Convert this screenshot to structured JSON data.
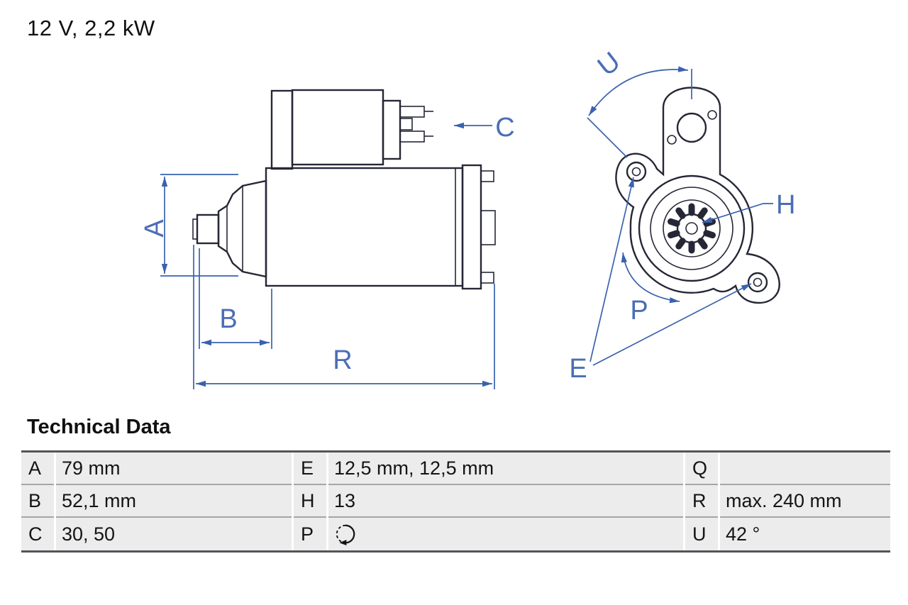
{
  "header": {
    "title": "12 V, 2,2 kW"
  },
  "diagram": {
    "labels": {
      "A": "A",
      "B": "B",
      "C": "C",
      "E": "E",
      "H": "H",
      "P": "P",
      "R": "R",
      "U": "U"
    }
  },
  "table": {
    "title": "Technical Data",
    "rows": [
      {
        "cells": [
          {
            "key": "A",
            "value": "79 mm"
          },
          {
            "key": "E",
            "value": "12,5 mm, 12,5 mm"
          },
          {
            "key": "Q",
            "value": ""
          }
        ]
      },
      {
        "cells": [
          {
            "key": "B",
            "value": "52,1 mm"
          },
          {
            "key": "H",
            "value": "13"
          },
          {
            "key": "R",
            "value": "max. 240 mm"
          }
        ]
      },
      {
        "cells": [
          {
            "key": "C",
            "value": "30, 50"
          },
          {
            "key": "P",
            "value": "",
            "icon": "clockwise-rotation-icon"
          },
          {
            "key": "U",
            "value": "42 °"
          }
        ]
      }
    ]
  },
  "colors": {
    "dimension_blue": "#3A62AE",
    "label_blue": "#4A6DB6",
    "outline_dark": "#262736",
    "row_background": "#ECECEC"
  }
}
